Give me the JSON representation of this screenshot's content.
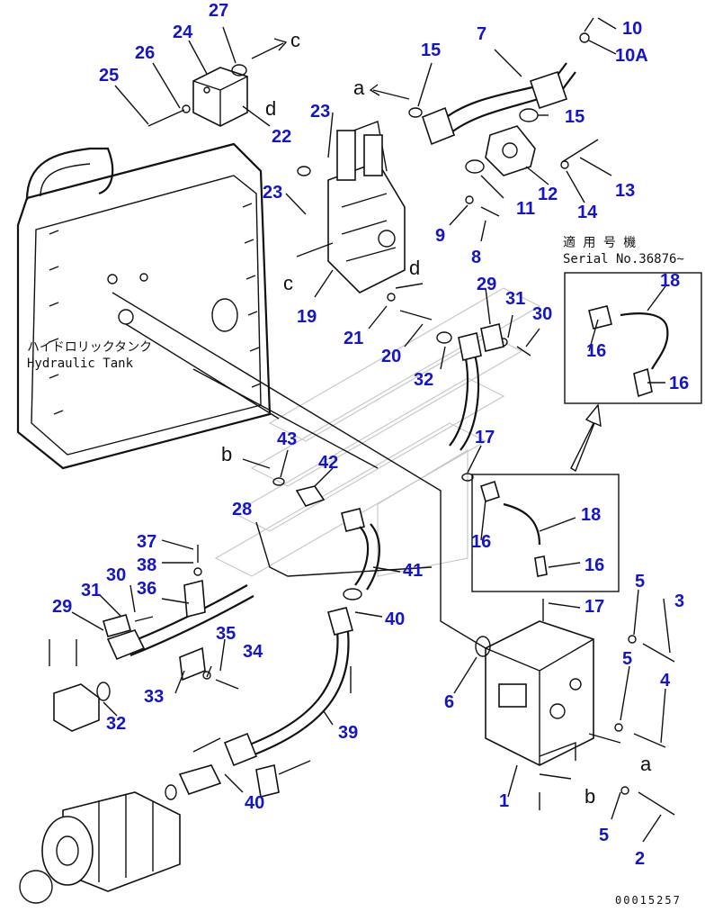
{
  "diagram": {
    "tank_label_jp": "ハイドロリックタンク",
    "tank_label_en": "Hydraulic Tank",
    "applicable_label_jp": "適 用 号 機",
    "serial_label": "Serial No.36876~",
    "drawing_code": "00015257",
    "arrow_refs": {
      "a": "a",
      "b": "b",
      "c": "c",
      "d": "d"
    },
    "part_numbers": {
      "n1": "1",
      "n2": "2",
      "n3": "3",
      "n4": "4",
      "n5": "5",
      "n6": "6",
      "n7": "7",
      "n8": "8",
      "n9": "9",
      "n10": "10",
      "n10a": "10A",
      "n11": "11",
      "n12": "12",
      "n13": "13",
      "n14": "14",
      "n15": "15",
      "n16": "16",
      "n17": "17",
      "n18": "18",
      "n19": "19",
      "n20": "20",
      "n21": "21",
      "n22": "22",
      "n23": "23",
      "n24": "24",
      "n25": "25",
      "n26": "26",
      "n27": "27",
      "n28": "28",
      "n29": "29",
      "n30": "30",
      "n31": "31",
      "n32": "32",
      "n33": "33",
      "n34": "34",
      "n35": "35",
      "n36": "36",
      "n37": "37",
      "n38": "38",
      "n39": "39",
      "n40": "40",
      "n41": "41",
      "n42": "42",
      "n43": "43"
    }
  }
}
